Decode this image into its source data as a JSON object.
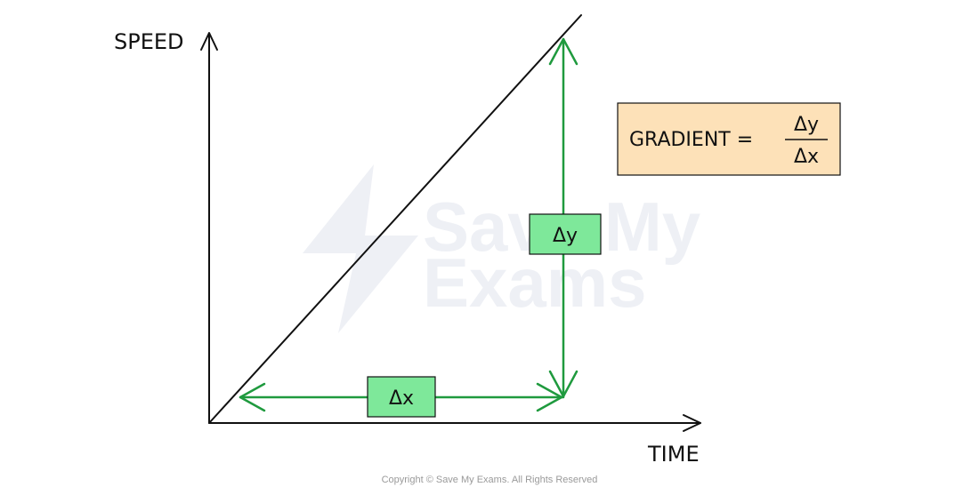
{
  "diagram": {
    "y_axis_label": "SPEED",
    "x_axis_label": "TIME",
    "delta_x_label": "Δx",
    "delta_y_label": "Δy",
    "formula": {
      "lhs": "GRADIENT =",
      "numerator": "Δy",
      "denominator": "Δx"
    }
  },
  "watermark": {
    "line1": "Save My",
    "line2": "Exams"
  },
  "footer": {
    "copyright": "Copyright © Save My Exams. All Rights Reserved"
  },
  "colors": {
    "axis": "#111111",
    "arrow_green": "#1f9a3e",
    "label_box_fill": "#7ee89a",
    "formula_box_fill": "#fde1b8",
    "watermark": "#eef0f5"
  }
}
